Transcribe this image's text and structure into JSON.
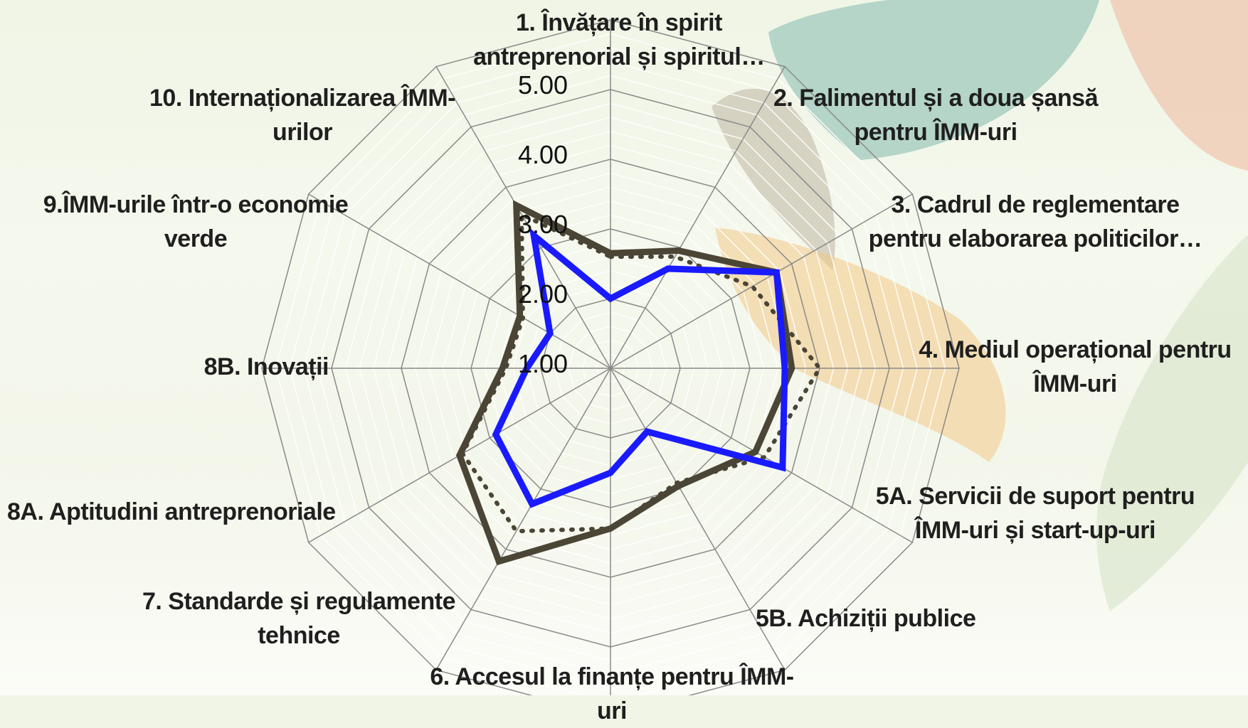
{
  "chart_data": {
    "type": "radar",
    "title": "",
    "range": [
      0,
      5
    ],
    "tick_labels": [
      "1.00",
      "2.00",
      "3.00",
      "4.00",
      "5.00"
    ],
    "axes": [
      "1. Învățare în spirit antreprenorial și  spiritul…",
      "2. Falimentul și a doua șansă pentru ÎMM-uri",
      "3. Cadrul de reglementare pentru elaborarea politicilor…",
      "4. Mediul operațional pentru ÎMM-uri",
      "5A. Servicii de suport pentru ÎMM-uri și start-up-uri",
      "5B. Achiziții publice",
      "6. Accesul la finanțe pentru ÎMM-uri",
      "7. Standarde și regulamente tehnice",
      "8A. Aptitudini antreprenoriale",
      "8B. Inovații",
      "9.ÎMM-urile într-o economie verde",
      "10. Internaționalizarea ÎMM-urilor"
    ],
    "series": [
      {
        "values": [
          1.0,
          1.65,
          2.75,
          2.5,
          2.85,
          1.05,
          1.5,
          2.25,
          1.9,
          1.2,
          1.0,
          2.2
        ],
        "color": "#1a1aff",
        "style": "solid"
      },
      {
        "values": [
          1.65,
          1.95,
          2.75,
          2.6,
          2.4,
          1.95,
          2.3,
          3.2,
          2.5,
          1.55,
          1.5,
          2.7
        ],
        "color": "#4a4535",
        "style": "solid"
      },
      {
        "values": [
          1.6,
          1.85,
          2.35,
          3.0,
          2.55,
          1.9,
          2.3,
          2.7,
          2.45,
          1.5,
          1.45,
          2.55
        ],
        "color": "#4a4535",
        "style": "dotted"
      }
    ],
    "grid": true,
    "legend": "none"
  }
}
